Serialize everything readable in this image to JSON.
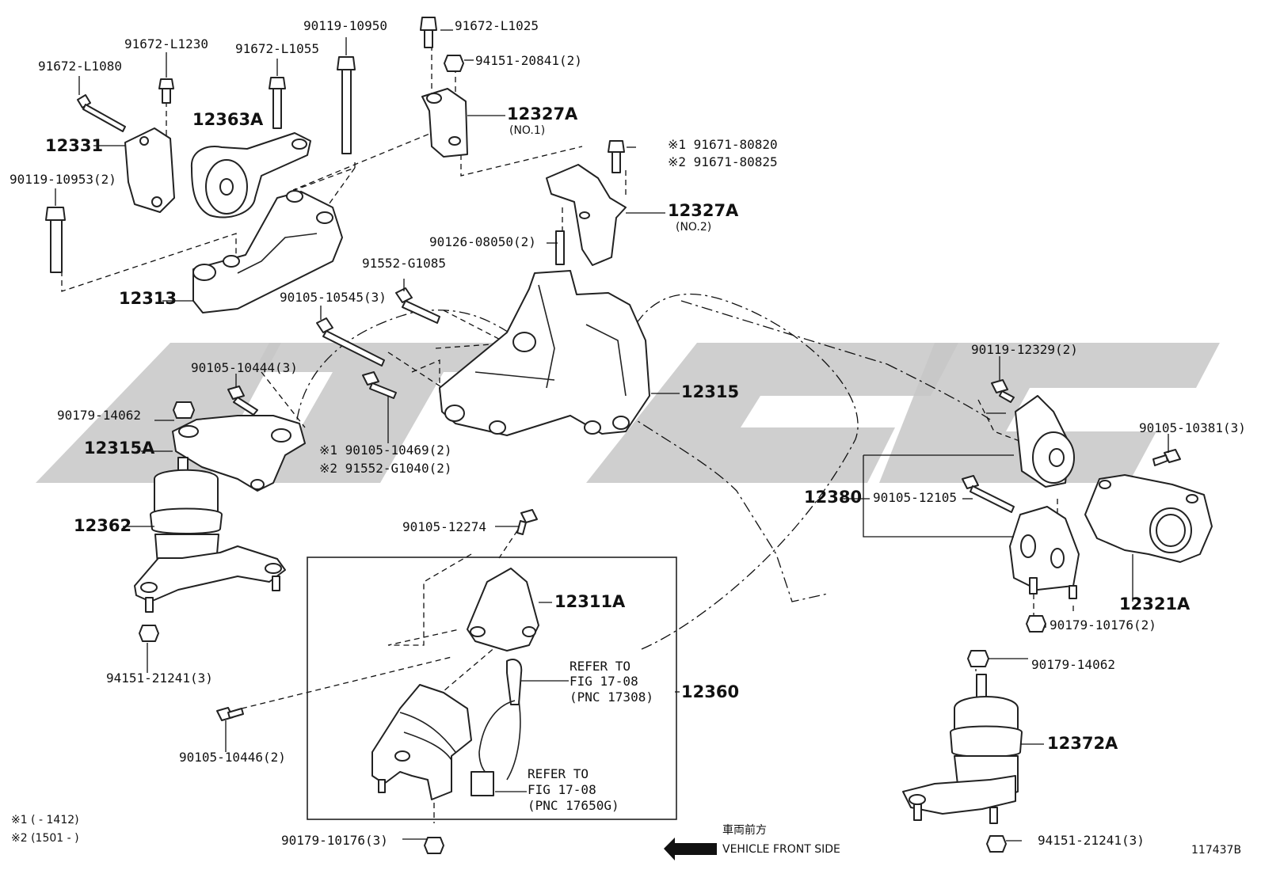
{
  "watermark": {
    "color": "#c7c7c7"
  },
  "labels": {
    "p91672_L1080": "91672-L1080",
    "p91672_L1230": "91672-L1230",
    "p91672_L1055": "91672-L1055",
    "p90119_10950": "90119-10950",
    "p91672_L1025": "91672-L1025",
    "p94151_20841": "94151-20841(2)",
    "p12327A_1": "12327A",
    "p12327A_1_sub": "(NO.1)",
    "p12331": "12331",
    "p12363A": "12363A",
    "p90119_10953": "90119-10953(2)",
    "n1_91671_80820": "※1 91671-80820",
    "n2_91671_80825": "※2 91671-80825",
    "p12327A_2": "12327A",
    "p12327A_2_sub": "(NO.2)",
    "p90126_08050": "90126-08050(2)",
    "p91552_G1085": "91552-G1085",
    "p12313": "12313",
    "p90105_10545": "90105-10545(3)",
    "p90105_10444": "90105-10444(3)",
    "p12315": "12315",
    "p90119_12329": "90119-12329(2)",
    "p90179_14062_a": "90179-14062",
    "p12315A": "12315A",
    "n1_90105_10469": "※1 90105-10469(2)",
    "n2_91552_G1040": "※2 91552-G1040(2)",
    "p90105_10381": "90105-10381(3)",
    "p12380": "12380",
    "p90105_12105": "90105-12105",
    "p12362": "12362",
    "p90105_12274": "90105-12274",
    "p12311A": "12311A",
    "p12321A": "12321A",
    "p90179_10176_2": "90179-10176(2)",
    "p94151_21241_a": "94151-21241(3)",
    "refer1_l1": "REFER TO",
    "refer1_l2": "FIG 17-08",
    "refer1_l3": "(PNC 17308)",
    "p12360": "12360",
    "p90179_14062_b": "90179-14062",
    "p90105_10446": "90105-10446(2)",
    "p12372A": "12372A",
    "refer2_l1": "REFER TO",
    "refer2_l2": "FIG 17-08",
    "refer2_l3": "(PNC 17650G)",
    "note1": "※1 (      - 1412)",
    "note2": "※2 (1501 -       )",
    "p90179_10176_3": "90179-10176(3)",
    "front_jp": "車両前方",
    "front_en": "VEHICLE FRONT SIDE",
    "p94151_21241_b": "94151-21241(3)",
    "diagram_id": "117437B"
  }
}
